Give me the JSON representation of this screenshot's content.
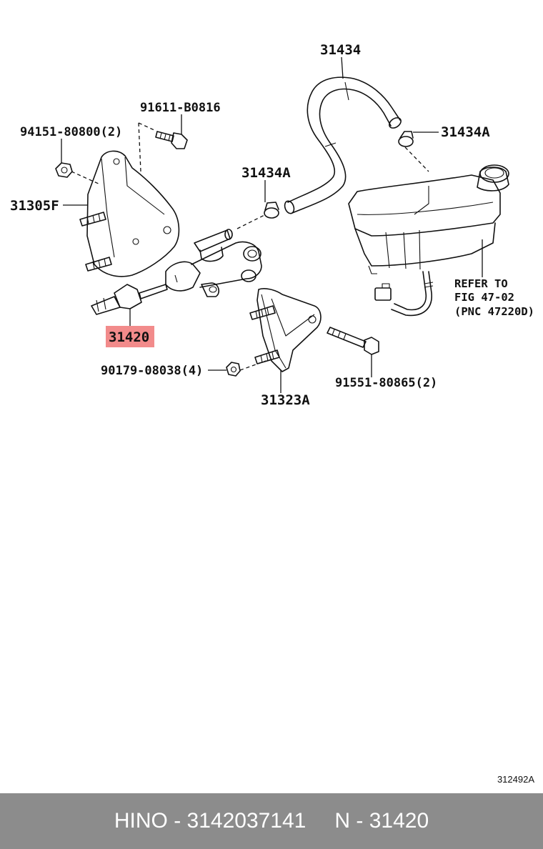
{
  "labels": {
    "hose": "31434",
    "clamp_right": "31434A",
    "clamp_left": "31434A",
    "bolt_top": "91611-B0816",
    "nut_top": "94151-80800(2)",
    "bracket_left": "31305F",
    "master_cylinder": "31420",
    "nut_bottom": "90179-08038(4)",
    "bolt_right": "91551-80865(2)",
    "bracket_bottom": "31323A",
    "refer_line1": "REFER TO",
    "refer_line2": "FIG 47-02",
    "refer_line3": "(PNC 47220D)"
  },
  "highlight_color": "#f28b8b",
  "figure_code": "312492A",
  "footer": {
    "brand_part": "HINO - 3142037141",
    "pnc": "N - 31420"
  }
}
